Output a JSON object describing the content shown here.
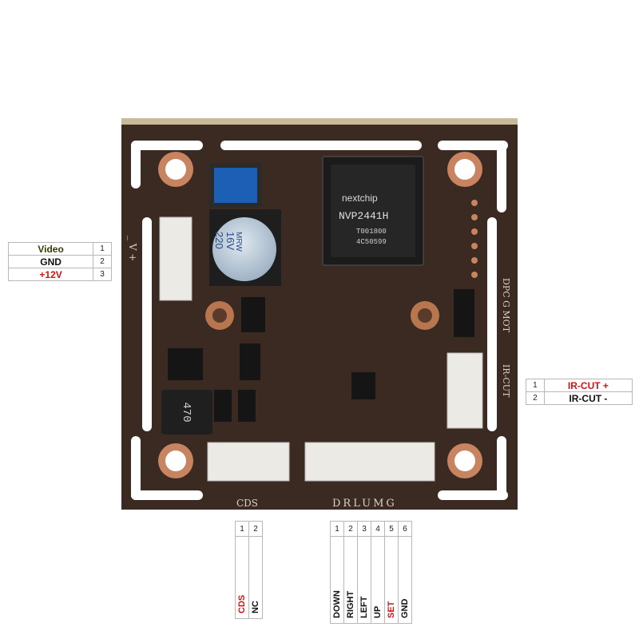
{
  "board": {
    "chip_brand": "nextchip",
    "chip_model": "NVP2441H",
    "chip_code1": "T001800",
    "chip_code2": "4C50599",
    "capacitor_brand": "MRW",
    "capacitor_voltage": "16V",
    "capacitor_value": "220",
    "inductor_value": "470",
    "silk_power": "_ V +",
    "silk_cds": "CDS",
    "silk_keys": "DRLUMG",
    "silk_right": "DPC G MOT",
    "silk_ircut": "IR-CUT"
  },
  "power_connector": {
    "pins": [
      {
        "label": "Video",
        "num": "1",
        "color": "#3b3b00"
      },
      {
        "label": "GND",
        "num": "2",
        "color": "#111111"
      },
      {
        "label": "+12V",
        "num": "3",
        "color": "#d01414"
      }
    ]
  },
  "ircut_connector": {
    "pins": [
      {
        "num": "1",
        "label": "IR-CUT +",
        "color": "#d01414"
      },
      {
        "num": "2",
        "label": "IR-CUT -",
        "color": "#111111"
      }
    ]
  },
  "cds_connector": {
    "pins": [
      {
        "num": "1",
        "label": "CDS",
        "color": "#d01414"
      },
      {
        "num": "2",
        "label": "NC",
        "color": "#111111"
      }
    ]
  },
  "key_connector": {
    "pins": [
      {
        "num": "1",
        "label": "DOWN",
        "color": "#111111"
      },
      {
        "num": "2",
        "label": "RIGHT",
        "color": "#111111"
      },
      {
        "num": "3",
        "label": "LEFT",
        "color": "#111111"
      },
      {
        "num": "4",
        "label": "UP",
        "color": "#111111"
      },
      {
        "num": "5",
        "label": "SET",
        "color": "#d01414"
      },
      {
        "num": "6",
        "label": "GND",
        "color": "#111111"
      }
    ]
  }
}
